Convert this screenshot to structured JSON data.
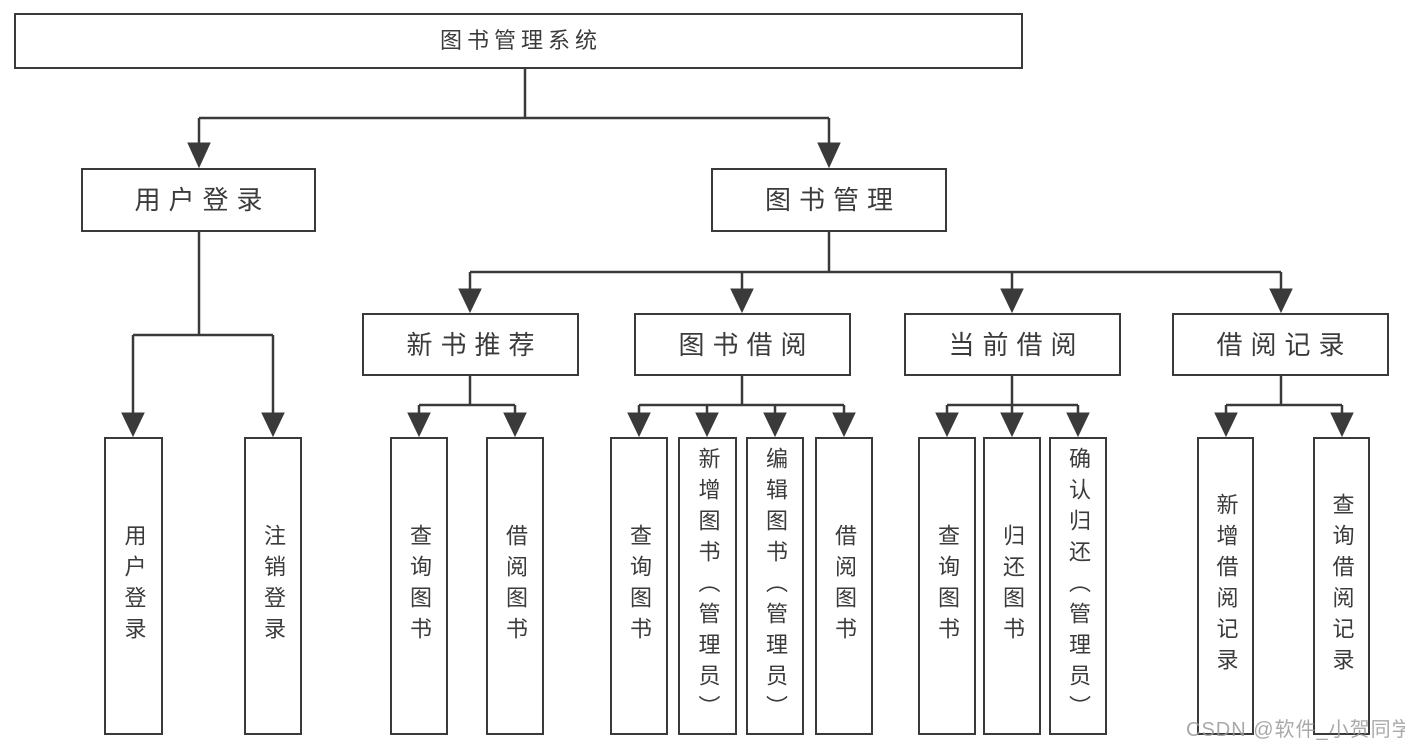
{
  "diagram": {
    "root": {
      "label": "图书管理系统"
    },
    "level2": [
      {
        "label": "用户登录"
      },
      {
        "label": "图书管理"
      }
    ],
    "level3": [
      {
        "label": "新书推荐",
        "parent": "图书管理"
      },
      {
        "label": "图书借阅",
        "parent": "图书管理"
      },
      {
        "label": "当前借阅",
        "parent": "图书管理"
      },
      {
        "label": "借阅记录",
        "parent": "图书管理"
      }
    ],
    "leaves": [
      {
        "label": "用户登录",
        "parent": "用户登录"
      },
      {
        "label": "注销登录",
        "parent": "用户登录"
      },
      {
        "label": "查询图书",
        "parent": "新书推荐"
      },
      {
        "label": "借阅图书",
        "parent": "新书推荐"
      },
      {
        "label": "查询图书",
        "parent": "图书借阅"
      },
      {
        "label": "新增图书（管理员）",
        "parent": "图书借阅"
      },
      {
        "label": "编辑图书（管理员）",
        "parent": "图书借阅"
      },
      {
        "label": "借阅图书",
        "parent": "图书借阅"
      },
      {
        "label": "查询图书",
        "parent": "当前借阅"
      },
      {
        "label": "归还图书",
        "parent": "当前借阅"
      },
      {
        "label": "确认归还（管理员）",
        "parent": "当前借阅"
      },
      {
        "label": "新增借阅记录",
        "parent": "借阅记录"
      },
      {
        "label": "查询借阅记录",
        "parent": "借阅记录"
      }
    ],
    "watermark": "CSDN @软件_小贺同学",
    "colors": {
      "line": "#3a3a3a",
      "text": "#3b3b3b",
      "background": "#ffffff",
      "watermark": "#9b9b9b"
    }
  }
}
